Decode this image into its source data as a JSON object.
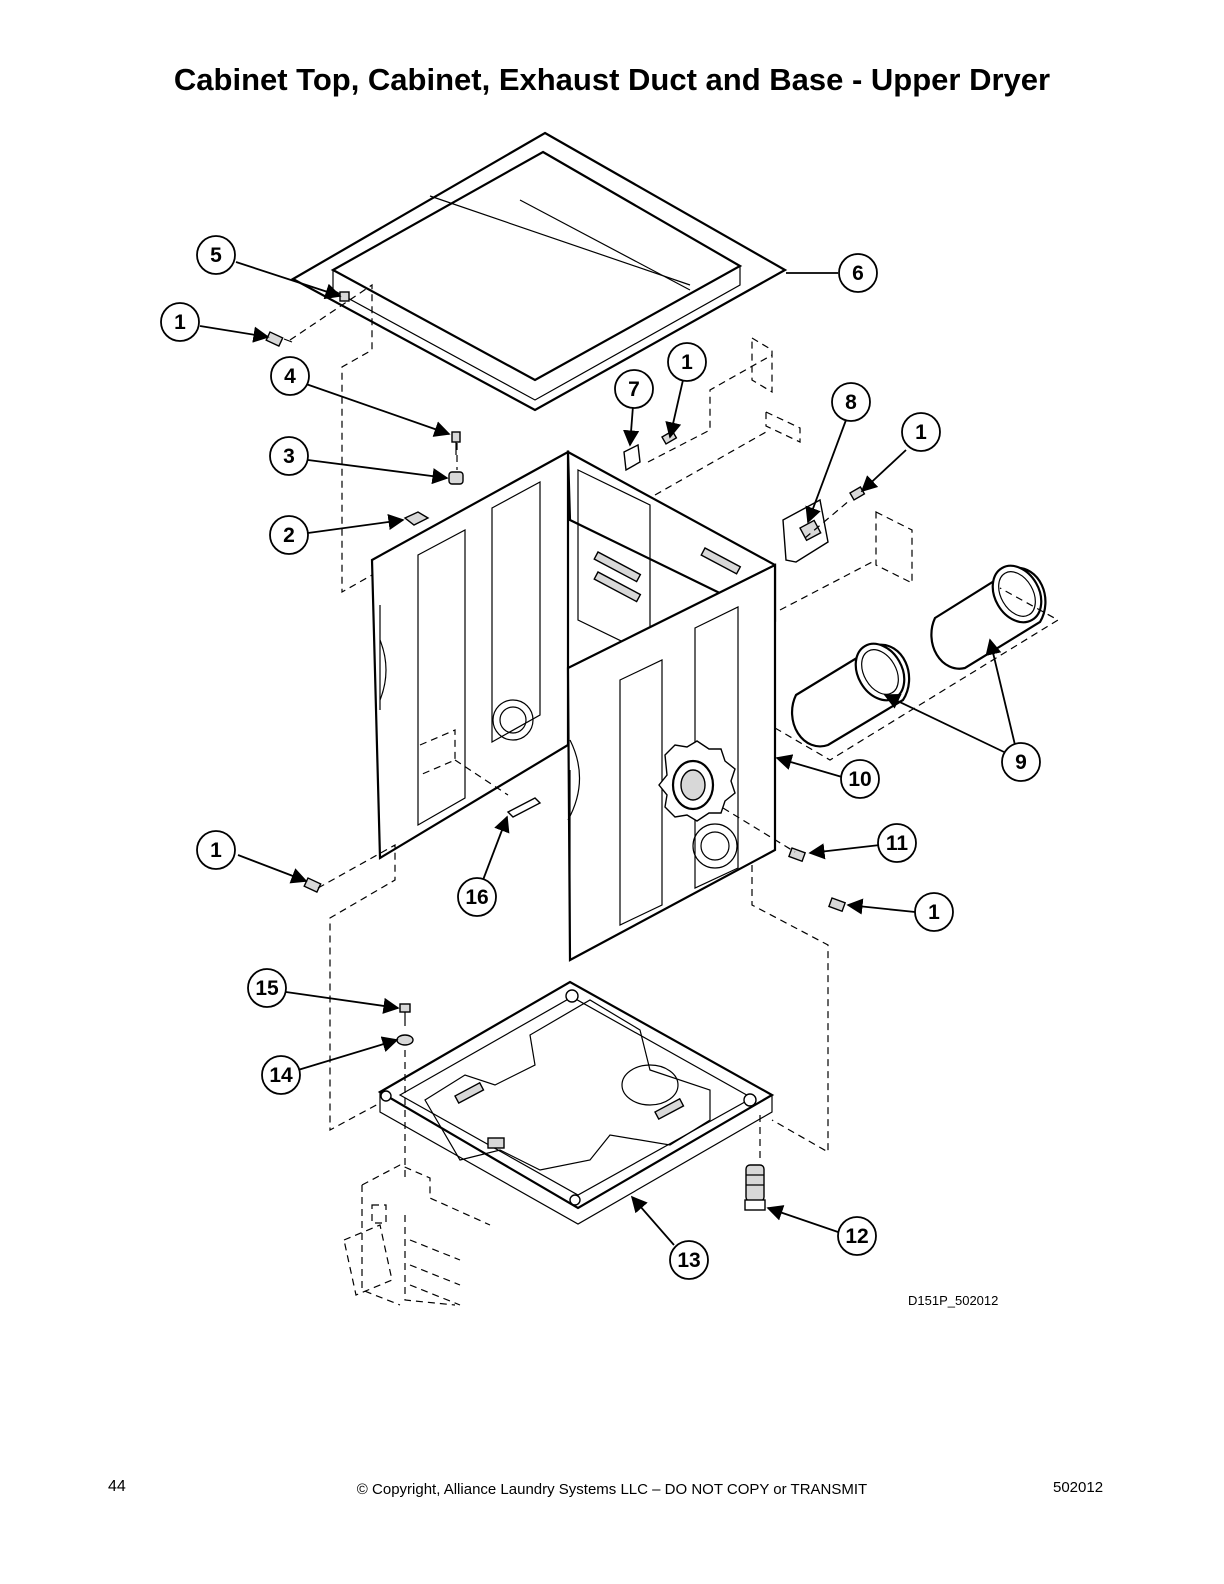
{
  "title": "Cabinet Top, Cabinet, Exhaust Duct and Base - Upper Dryer",
  "callouts": [
    "5",
    "1",
    "4",
    "3",
    "2",
    "6",
    "7",
    "1",
    "8",
    "1",
    "9",
    "10",
    "1",
    "11",
    "1",
    "16",
    "15",
    "14",
    "13",
    "12"
  ],
  "drawing_id": "D151P_502012",
  "footer": {
    "page_number": "44",
    "copyright": "© Copyright, Alliance Laundry Systems LLC – DO NOT COPY or TRANSMIT",
    "doc_number": "502012"
  }
}
